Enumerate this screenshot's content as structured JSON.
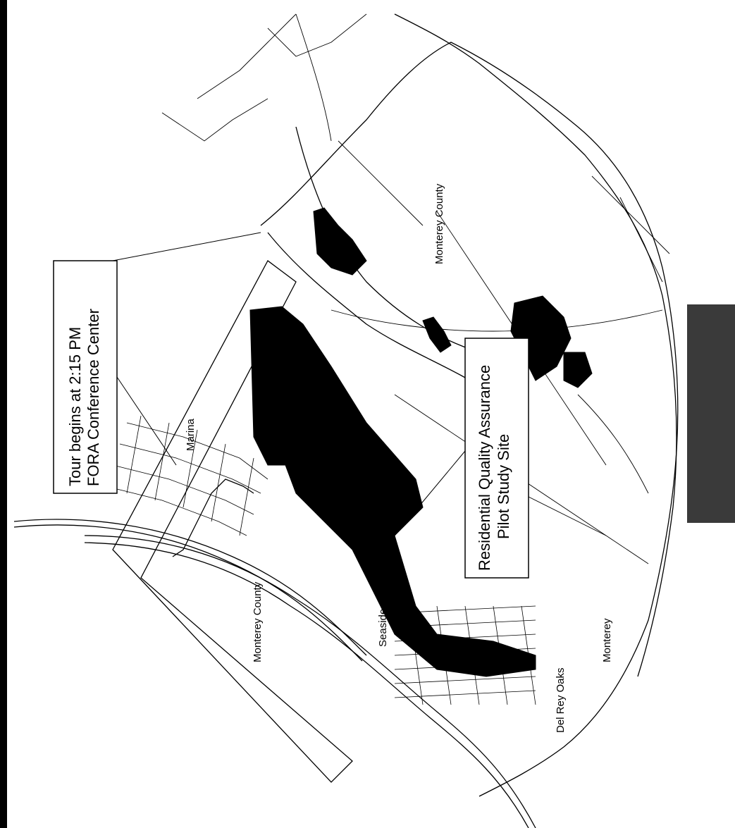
{
  "map": {
    "callouts": {
      "tour": {
        "line1": "Tour begins at 2:15 PM",
        "line2": "FORA Conference Center"
      },
      "site": {
        "line1": "Residential Quality Assurance",
        "line2": "Pilot Study Site"
      }
    },
    "place_labels": {
      "monterey_county_east": "Monterey County",
      "monterey_county_west": "Monterey County",
      "marina": "Marina",
      "seaside": "Seaside",
      "del_rey_oaks": "Del Rey Oaks",
      "monterey": "Monterey"
    },
    "colors": {
      "ink": "#000000",
      "legend_panel": "#3a3a3a",
      "background": "#ffffff"
    }
  }
}
